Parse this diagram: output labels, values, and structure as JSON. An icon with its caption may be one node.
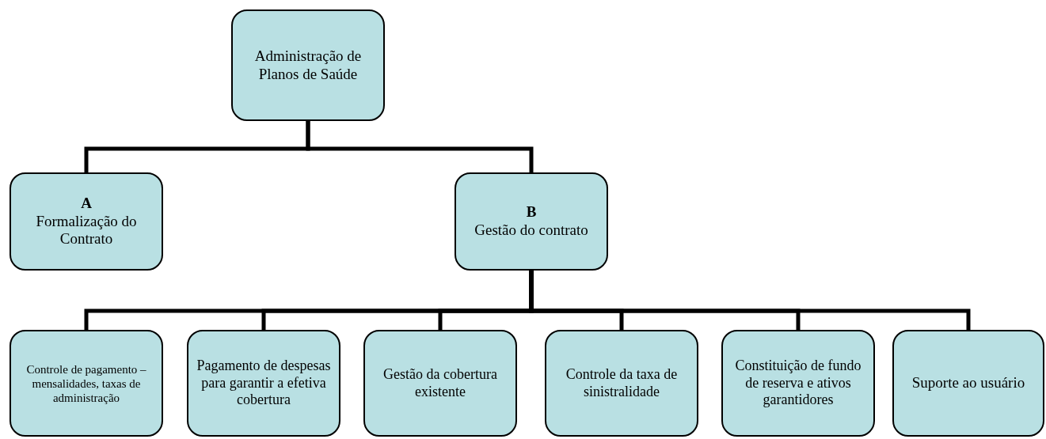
{
  "diagram": {
    "nodes": [
      {
        "text": [
          "Administração de Planos de Saúde"
        ]
      },
      {
        "text": [
          "A",
          "Formalização do Contrato"
        ]
      },
      {
        "text": [
          "B",
          "Gestão do contrato"
        ]
      },
      {
        "text": [
          "Controle de pagamento – mensalidades, taxas de administração"
        ]
      },
      {
        "text": [
          "Pagamento de despesas para garantir a efetiva cobertura"
        ]
      },
      {
        "text": [
          "Gestão da cobertura existente"
        ]
      },
      {
        "text": [
          "Controle da taxa de sinistralidade"
        ]
      },
      {
        "text": [
          "Constituição de fundo de reserva e ativos garantidores"
        ]
      },
      {
        "text": [
          "Suporte ao usuário"
        ]
      }
    ],
    "edges": [
      {
        "from": 0,
        "to": 1,
        "arrow": "none"
      },
      {
        "from": 0,
        "to": 2,
        "arrow": "none"
      },
      {
        "from": 2,
        "to": 3,
        "arrow": "none"
      },
      {
        "from": 2,
        "to": 4,
        "arrow": "none"
      },
      {
        "from": 2,
        "to": 5,
        "arrow": "none"
      },
      {
        "from": 2,
        "to": 6,
        "arrow": "none"
      },
      {
        "from": 2,
        "to": 7,
        "arrow": "none"
      },
      {
        "from": 2,
        "to": 8,
        "arrow": "none"
      }
    ]
  }
}
